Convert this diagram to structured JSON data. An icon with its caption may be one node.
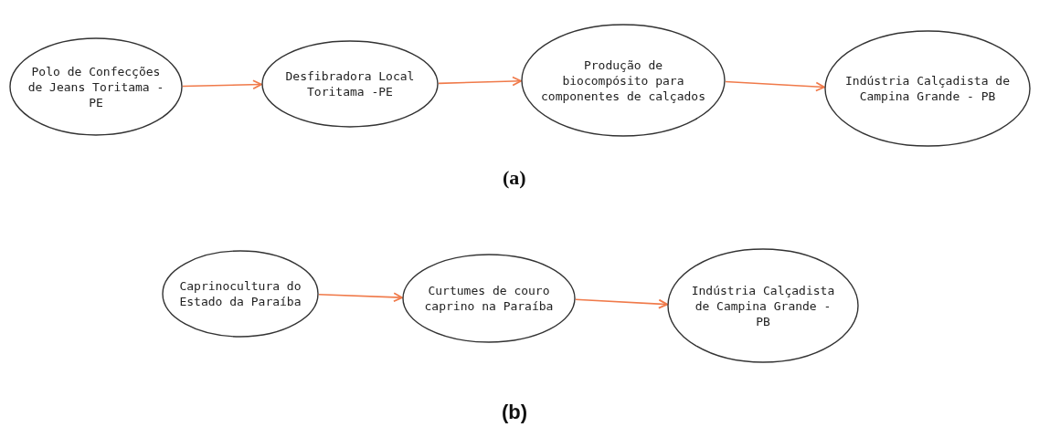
{
  "diagram": {
    "nodes": [
      {
        "text": [
          "Polo de Confecções de Jeans Toritama -PE"
        ]
      },
      {
        "text": [
          "Desfibradora Local Toritama -PE"
        ]
      },
      {
        "text": [
          "Produção de biocompósito para componentes de calçados"
        ]
      },
      {
        "text": [
          "Indústria Calçadista de Campina Grande - PB"
        ]
      },
      {
        "text": [
          "Caprinocultura do Estado da Paraíba"
        ]
      },
      {
        "text": [
          "Curtumes de couro caprino na Paraíba"
        ]
      },
      {
        "text": [
          "Indústria Calçadista de Campina Grande - PB"
        ]
      }
    ],
    "edges": [
      {
        "from": 0,
        "to": 1,
        "arrow": "to"
      },
      {
        "from": 1,
        "to": 2,
        "arrow": "to"
      },
      {
        "from": 2,
        "to": 3,
        "arrow": "to"
      },
      {
        "from": 4,
        "to": 5,
        "arrow": "to"
      },
      {
        "from": 5,
        "to": 6,
        "arrow": "to"
      }
    ],
    "labels": [
      "(a)",
      "(b)"
    ]
  }
}
